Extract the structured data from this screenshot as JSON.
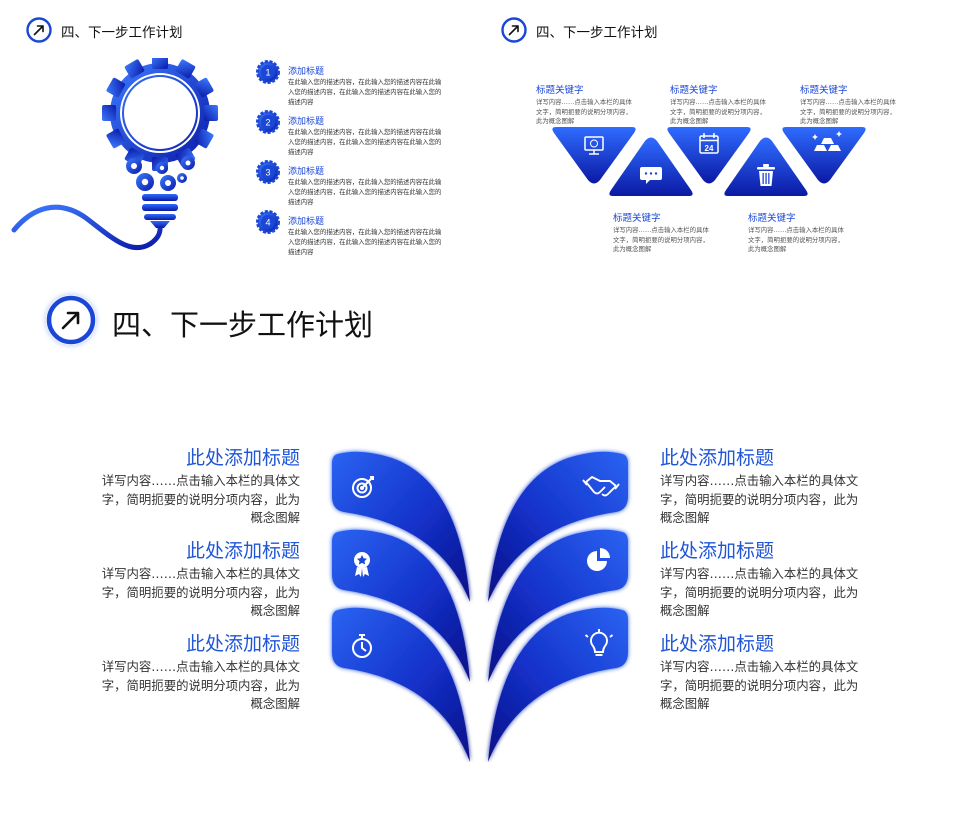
{
  "slide1": {
    "title": "四、下一步工作计划",
    "items": [
      {
        "num": "1",
        "heading": "添加标题",
        "body": "在此输入您的描述内容，在此输入您的描述内容在此输入您的描述内容，在此输入您的描述内容在此输入您的描述内容"
      },
      {
        "num": "2",
        "heading": "添加标题",
        "body": "在此输入您的描述内容，在此输入您的描述内容在此输入您的描述内容，在此输入您的描述内容在此输入您的描述内容"
      },
      {
        "num": "3",
        "heading": "添加标题",
        "body": "在此输入您的描述内容，在此输入您的描述内容在此输入您的描述内容，在此输入您的描述内容在此输入您的描述内容"
      },
      {
        "num": "4",
        "heading": "添加标题",
        "body": "在此输入您的描述内容，在此输入您的描述内容在此输入您的描述内容，在此输入您的描述内容在此输入您的描述内容"
      }
    ]
  },
  "slide2": {
    "title": "四、下一步工作计划",
    "items": [
      {
        "heading": "标题关键字",
        "body": "详写内容……点击输入本栏的具体文字，简明扼要的说明分项内容，此为概念图解",
        "icon": "monitor-icon"
      },
      {
        "heading": "标题关键字",
        "body": "详写内容……点击输入本栏的具体文字，简明扼要的说明分项内容，此为概念图解",
        "icon": "chat-icon"
      },
      {
        "heading": "标题关键字",
        "body": "详写内容……点击输入本栏的具体文字，简明扼要的说明分项内容，此为概念图解",
        "icon": "calendar-icon",
        "calendar_day": "24"
      },
      {
        "heading": "标题关键字",
        "body": "详写内容……点击输入本栏的具体文字，简明扼要的说明分项内容，此为概念图解",
        "icon": "trash-icon"
      },
      {
        "heading": "标题关键字",
        "body": "详写内容……点击输入本栏的具体文字，简明扼要的说明分项内容，此为概念图解",
        "icon": "gold-bars-icon"
      }
    ]
  },
  "slide3": {
    "title": "四、下一步工作计划",
    "left": [
      {
        "heading": "此处添加标题",
        "body": "详写内容……点击输入本栏的具体文字，简明扼要的说明分项内容，此为概念图解",
        "icon": "target-icon"
      },
      {
        "heading": "此处添加标题",
        "body": "详写内容……点击输入本栏的具体文字，简明扼要的说明分项内容，此为概念图解",
        "icon": "award-icon"
      },
      {
        "heading": "此处添加标题",
        "body": "详写内容……点击输入本栏的具体文字，简明扼要的说明分项内容，此为概念图解",
        "icon": "stopwatch-icon"
      }
    ],
    "right": [
      {
        "heading": "此处添加标题",
        "body": "详写内容……点击输入本栏的具体文字，简明扼要的说明分项内容，此为概念图解",
        "icon": "handshake-icon"
      },
      {
        "heading": "此处添加标题",
        "body": "详写内容……点击输入本栏的具体文字，简明扼要的说明分项内容，此为概念图解",
        "icon": "pie-chart-icon"
      },
      {
        "heading": "此处添加标题",
        "body": "详写内容……点击输入本栏的具体文字，简明扼要的说明分项内容，此为概念图解",
        "icon": "lightbulb-icon"
      }
    ]
  },
  "colors": {
    "primary": "#1a47d6",
    "dark": "#0a1aa8",
    "light": "#3f7bff",
    "text": "#333333"
  }
}
